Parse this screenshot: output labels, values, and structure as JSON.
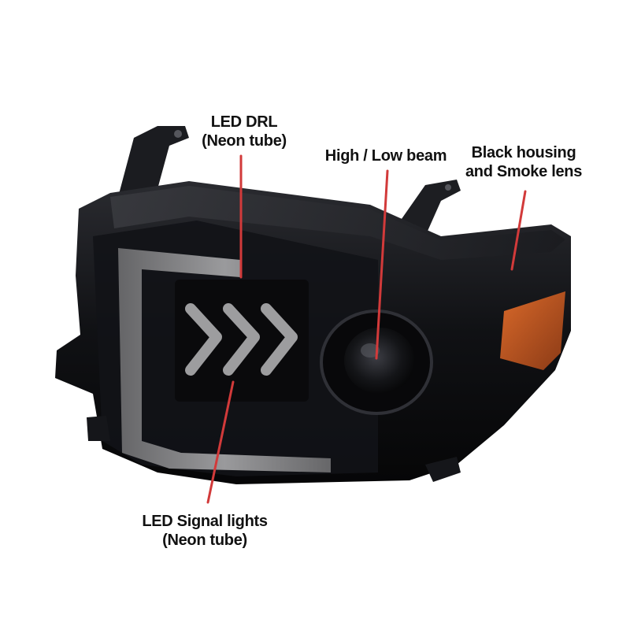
{
  "callouts": {
    "drl": {
      "line1": "LED DRL",
      "line2": "(Neon tube)"
    },
    "beam": {
      "line1": "High / Low beam"
    },
    "housing": {
      "line1": "Black housing",
      "line2": "and Smoke lens"
    },
    "signal": {
      "line1": "LED Signal lights",
      "line2": "(Neon tube)"
    }
  },
  "colors": {
    "leader_line": "#d23a3a",
    "housing": "#0c0c0e",
    "amber_reflector": "#b8521e",
    "neon_tube": "#9a9a9a"
  }
}
